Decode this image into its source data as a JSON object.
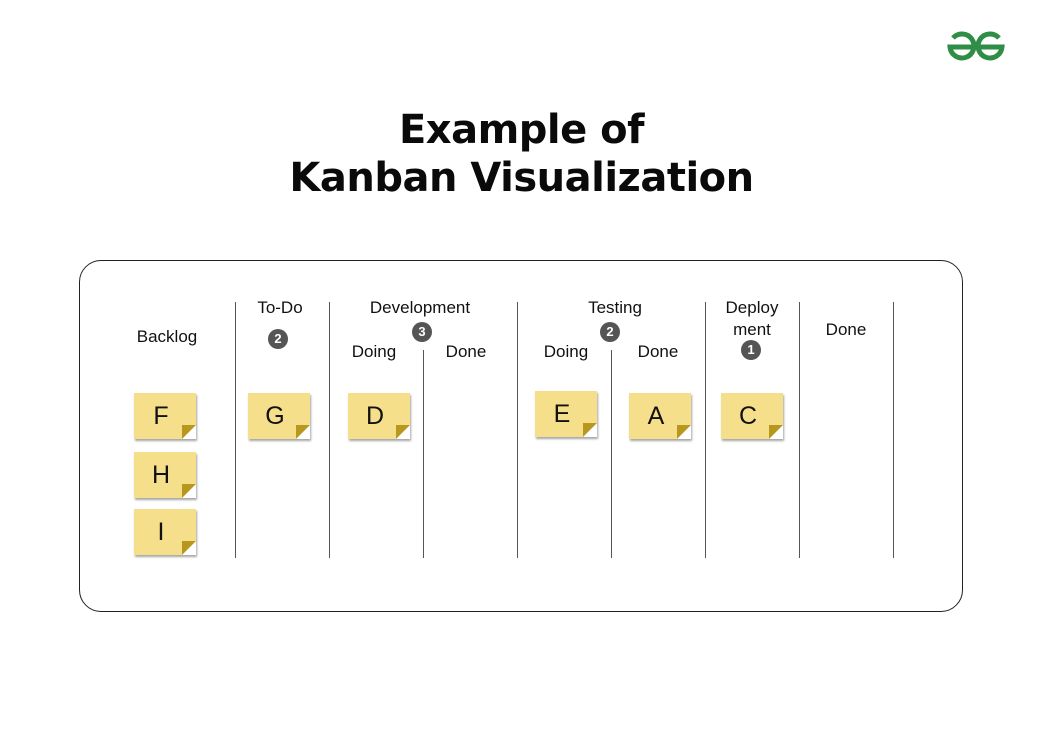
{
  "logo": {
    "icon": "geeksforgeeks-logo",
    "color": "#2f8d46"
  },
  "title": {
    "line1": "Example of",
    "line2": "Kanban Visualization"
  },
  "board": {
    "columns": {
      "backlog": "Backlog",
      "todo": "To-Do",
      "development": "Development",
      "testing": "Testing",
      "deploy_line1": "Deploy",
      "deploy_line2": "ment",
      "done": "Done"
    },
    "subcolumns": {
      "dev_doing": "Doing",
      "dev_done": "Done",
      "test_doing": "Doing",
      "test_done": "Done"
    },
    "wip_limits": {
      "todo": "2",
      "development": "3",
      "testing": "2",
      "deployment": "1"
    },
    "cards": {
      "backlog": [
        "F",
        "H",
        "I"
      ],
      "todo": [
        "G"
      ],
      "dev_doing": [
        "D"
      ],
      "test_doing": [
        "E"
      ],
      "test_done": [
        "A"
      ],
      "deployment": [
        "C"
      ]
    },
    "card_color": "#f6df8a"
  }
}
